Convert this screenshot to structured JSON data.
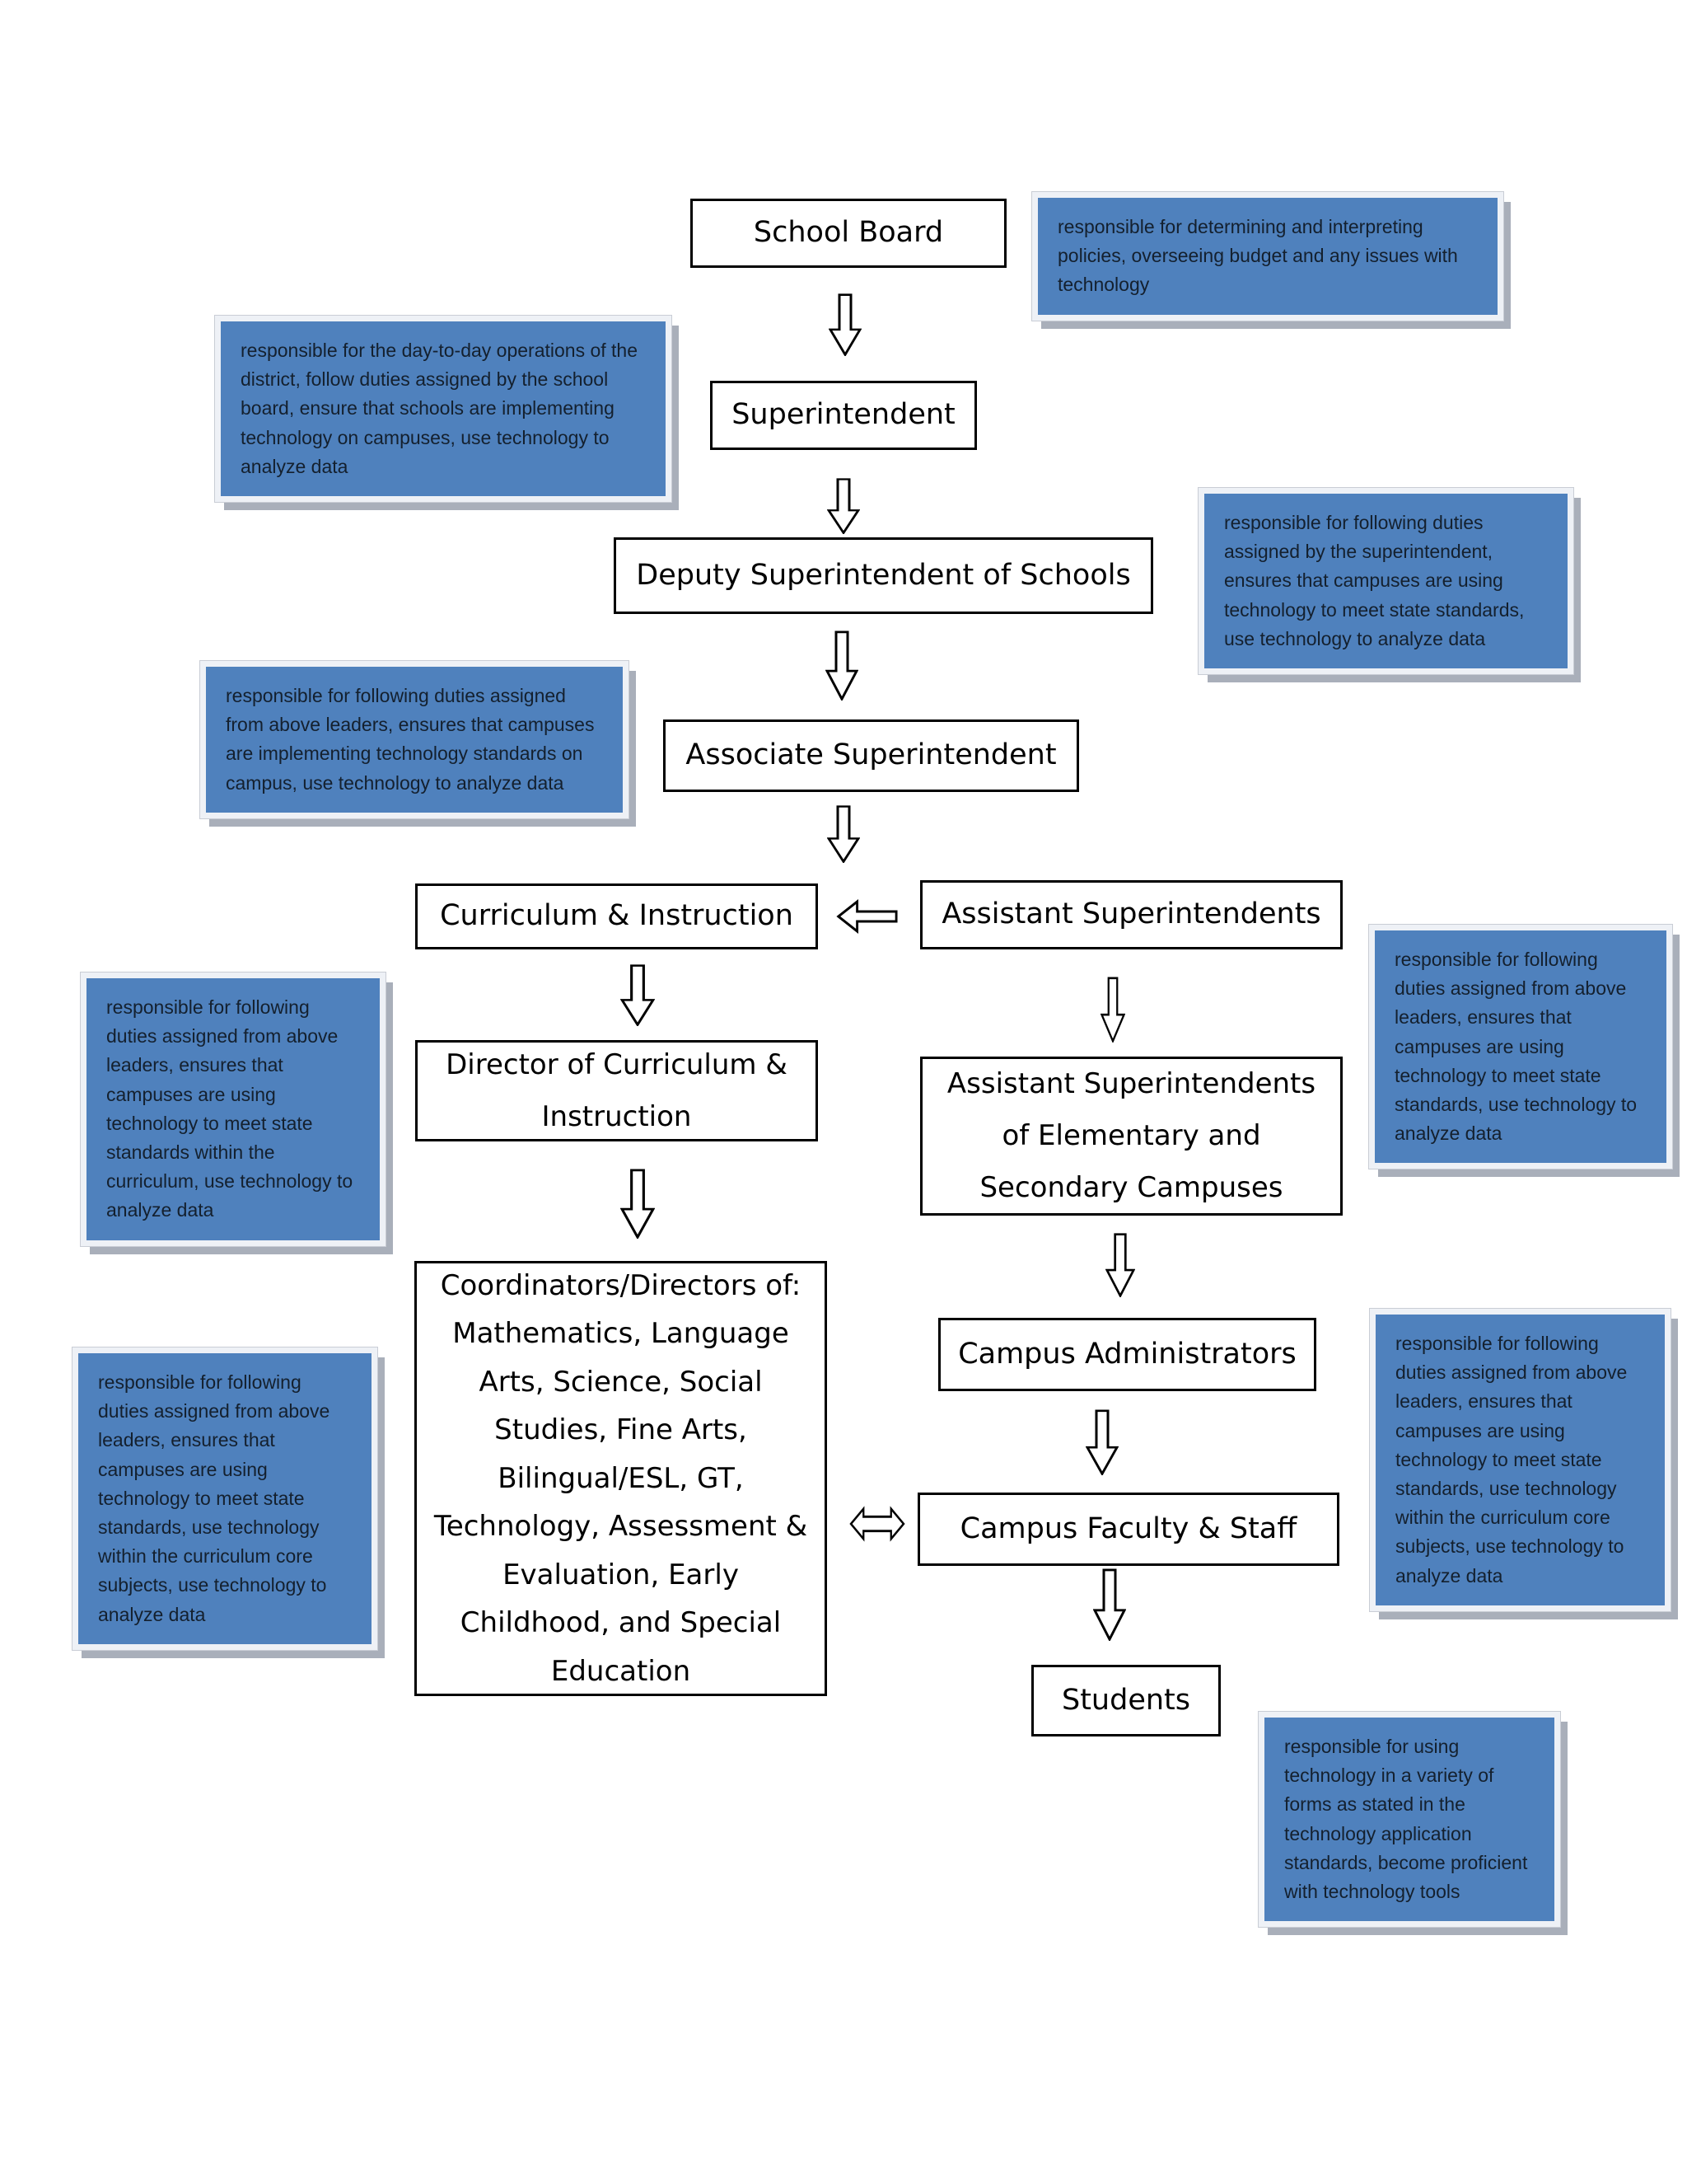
{
  "page": {
    "background": "#ffffff"
  },
  "colors": {
    "note_bg": "#4f81bd",
    "note_border": "#eef1f6",
    "note_shadow": "#a9afba",
    "note_text": "#14202e",
    "box_bg": "#ffffff",
    "box_border": "#000000",
    "box_text": "#000000"
  },
  "icons": {
    "down_arrow": "⇩",
    "left_arrow": "⇦",
    "double_arrow": "⇔"
  },
  "nodes": {
    "school_board": {
      "label": "School Board"
    },
    "superintendent": {
      "label": "Superintendent"
    },
    "deputy": {
      "label": "Deputy Superintendent of Schools"
    },
    "associate": {
      "label": "Associate Superintendent"
    },
    "curriculum": {
      "label": "Curriculum & Instruction"
    },
    "assistant_superintendents": {
      "label": "Assistant Superintendents"
    },
    "director": {
      "label": "Director of Curriculum & Instruction"
    },
    "asst_elem_sec": {
      "label": "Assistant Superintendents of Elementary and Secondary Campuses"
    },
    "coordinators": {
      "label": "Coordinators/Directors of: Mathematics, Language Arts, Science, Social Studies, Fine Arts, Bilingual/ESL, GT, Technology, Assessment & Evaluation, Early Childhood, and Special Education"
    },
    "campus_administrators": {
      "label": "Campus Administrators"
    },
    "campus_faculty": {
      "label": "Campus Faculty & Staff"
    },
    "students": {
      "label": "Students"
    }
  },
  "notes": {
    "school_board": {
      "text": "responsible for determining and interpreting policies, overseeing budget and any issues with technology"
    },
    "superintendent": {
      "text": "responsible for the day-to-day operations of the district, follow duties assigned by the school board, ensure that schools are implementing technology on campuses, use technology to analyze data"
    },
    "deputy": {
      "text": "responsible for following duties assigned by the superintendent, ensures that campuses are using technology to meet state standards, use technology to analyze data"
    },
    "associate": {
      "text": "responsible for following duties assigned from above leaders, ensures that campuses are implementing technology standards on campus, use technology to analyze data"
    },
    "assistant_superintendents": {
      "text": "responsible for following duties assigned from above leaders,  ensures that campuses are using technology to meet state standards, use technology to analyze data"
    },
    "curriculum": {
      "text": "responsible for following duties assigned from above leaders,  ensures that campuses are using technology to meet state standards within the curriculum, use technology to analyze data"
    },
    "coordinators": {
      "text": "responsible for following duties assigned from above leaders,  ensures that campuses are using technology to meet state standards, use technology within the curriculum core subjects, use technology to analyze data"
    },
    "campus_administrators": {
      "text": "responsible for following duties assigned from above leaders,  ensures that campuses are using technology to meet state standards, use technology within the curriculum core subjects, use technology to analyze data"
    },
    "students": {
      "text": "responsible for using technology in a variety of forms as stated in the technology application standards, become proficient with technology tools"
    }
  }
}
